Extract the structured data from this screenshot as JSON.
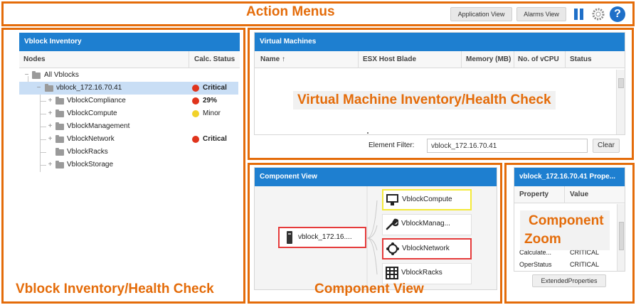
{
  "annotations": {
    "action_menus": "Action Menus",
    "vm_inventory": "Virtual Machine Inventory/Health Check",
    "vblock_inventory": "Vblock Inventory/Health Check",
    "component_view": "Component View",
    "component_zoom_line1": "Component",
    "component_zoom_line2": "Zoom"
  },
  "toolbar": {
    "application_view": "Application View",
    "alarms_view": "Alarms View"
  },
  "inventory": {
    "title": "Vblock Inventory",
    "col_nodes": "Nodes",
    "col_status": "Calc. Status",
    "tree": [
      {
        "label": "All Vblocks",
        "status": "",
        "level": 0
      },
      {
        "label": "vblock_172.16.70.41",
        "status": "Critical",
        "level": 1
      },
      {
        "label": "VblockCompliance",
        "status": "29%",
        "level": 2
      },
      {
        "label": "VblockCompute",
        "status": "Minor",
        "level": 2
      },
      {
        "label": "VblockManagement",
        "status": "",
        "level": 2
      },
      {
        "label": "VblockNetwork",
        "status": "Critical",
        "level": 2
      },
      {
        "label": "VblockRacks",
        "status": "",
        "level": 2
      },
      {
        "label": "VblockStorage",
        "status": "",
        "level": 2
      }
    ],
    "colors": {
      "critical": "#e0341c",
      "minor": "#f1d22a"
    }
  },
  "vms": {
    "title": "Virtual Machines",
    "columns": [
      "Name ↑",
      "ESX Host Blade",
      "Memory (MB)",
      "No. of vCPU",
      "Status"
    ],
    "filter_label": "Element Filter:",
    "filter_value": "vblock_172.16.70.41",
    "clear_label": "Clear"
  },
  "component_view": {
    "title": "Component View",
    "root_label": "vblock_172.16....",
    "children": [
      "VblockCompute",
      "VblockManag...",
      "VblockNetwork",
      "VblockRacks"
    ]
  },
  "properties": {
    "title": "vblock_172.16.70.41 Prope...",
    "col_property": "Property",
    "col_value": "Value",
    "rows": [
      {
        "property": "Calculate...",
        "value": "CRITICAL"
      },
      {
        "property": "OperStatus",
        "value": "CRITICAL"
      }
    ],
    "extended_label": "ExtendedProperties"
  },
  "colors": {
    "accent": "#1e7fd0",
    "annotation": "#e46c0a"
  }
}
